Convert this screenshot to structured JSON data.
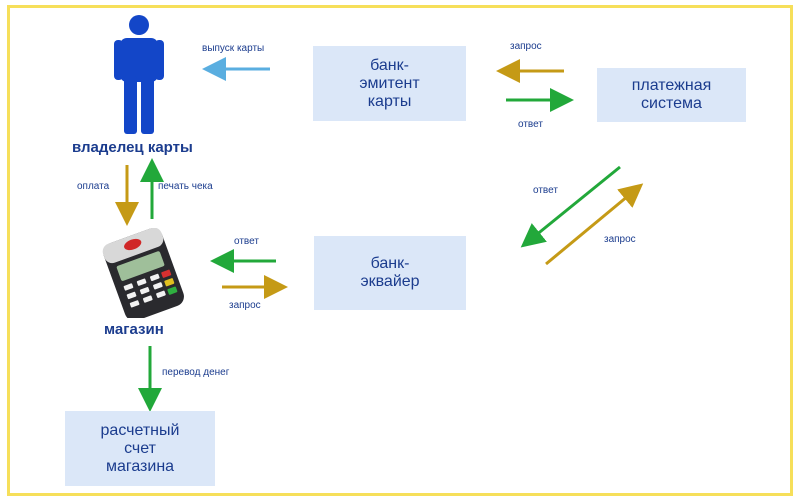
{
  "colors": {
    "frame": "#f6df5a",
    "box_fill": "#dbe7f8",
    "text": "#1b3c8e",
    "person": "#1346c8",
    "arrow_issue": "#5aaee0",
    "arrow_request": "#c59a16",
    "arrow_response": "#22a83a"
  },
  "icons": {
    "cardholder": "person-icon",
    "shop": "pos-terminal-icon"
  },
  "nodes": {
    "cardholder": "владелец карты",
    "shop": "магазин",
    "issuer_bank": "банк-\nэмитент\nкарты",
    "payment_system": "платежная\nсистема",
    "acquirer_bank": "банк-\nэквайер",
    "shop_account": "расчетный\nсчет\nмагазина"
  },
  "edges": {
    "card_issue": "выпуск карты",
    "issuer_to_ps_request": "запрос",
    "issuer_to_ps_response": "ответ",
    "payment": "оплата",
    "receipt_print": "печать чека",
    "acq_ps_response": "ответ",
    "acq_ps_request": "запрос",
    "shop_acq_response": "ответ",
    "shop_acq_request": "запрос",
    "money_transfer": "перевод денег"
  }
}
